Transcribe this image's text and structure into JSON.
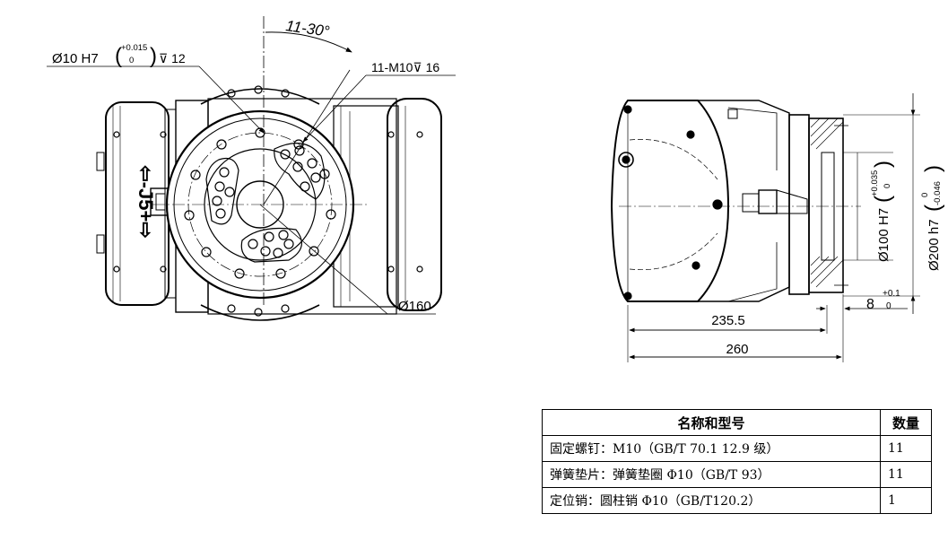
{
  "front_view": {
    "hole_callout_main": "Ø10 H7",
    "hole_callout_tol_upper": "+0.015",
    "hole_callout_tol_lower": "0",
    "hole_callout_depth": "⊽ 12",
    "angle_label": "11-30°",
    "thread_callout": "11-M10⊽ 16",
    "bolt_circle_label": "Ø160",
    "axis_label": "⇦-J5+⇨"
  },
  "side_view": {
    "dim_235": "235.5",
    "dim_260": "260",
    "dim_8": "8",
    "dim_8_tol_upper": "+0.1",
    "dim_8_tol_lower": "0",
    "dia_100": "Ø100 H7",
    "dia_100_tol_upper": "+0.035",
    "dia_100_tol_lower": "0",
    "dia_200": "Ø200 h7",
    "dia_200_tol_upper": "0",
    "dia_200_tol_lower": "-0.046"
  },
  "parts_table": {
    "headers": [
      "名称和型号",
      "数量"
    ],
    "rows": [
      {
        "name": "固定螺钉：M10（GB/T 70.1 12.9 级）",
        "qty": "11"
      },
      {
        "name": "弹簧垫片：弹簧垫圈 Φ10（GB/T 93）",
        "qty": "11"
      },
      {
        "name": "定位销：圆柱销 Φ10（GB/T120.2）",
        "qty": "1"
      }
    ]
  }
}
